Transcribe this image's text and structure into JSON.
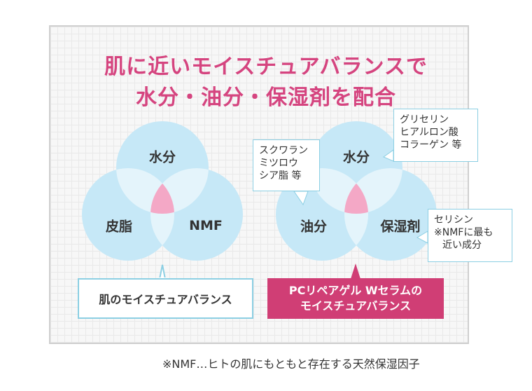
{
  "heading": {
    "line1": "肌に近いモイスチュアバランスで",
    "line2": "水分・油分・保湿剤を配合"
  },
  "skin_diagram": {
    "top": "水分",
    "left": "皮脂",
    "right": "NMF",
    "caption": "肌のモイスチュアバランス"
  },
  "product_diagram": {
    "top": "水分",
    "left": "油分",
    "right": "保湿剤",
    "caption_line1": "PCリペアゲル Wセラムの",
    "caption_line2": "モイスチュアバランス",
    "callout_oil": [
      "スクワラン",
      "ミツロウ",
      "シア脂 等"
    ],
    "callout_water": [
      "グリセリン",
      "ヒアルロン酸",
      "コラーゲン 等"
    ],
    "callout_humectant": [
      "セリシン",
      "※NMFに最も",
      "近い成分"
    ]
  },
  "footnote": "※NMF…ヒトの肌にもともと存在する天然保湿因子",
  "colors": {
    "title": "#d5447f",
    "circle": "#c6e8f7",
    "overlap": "#e4f4fb",
    "center": "#f4a8c6",
    "accent_box": "#d03e75",
    "border": "#8ccfe3"
  }
}
